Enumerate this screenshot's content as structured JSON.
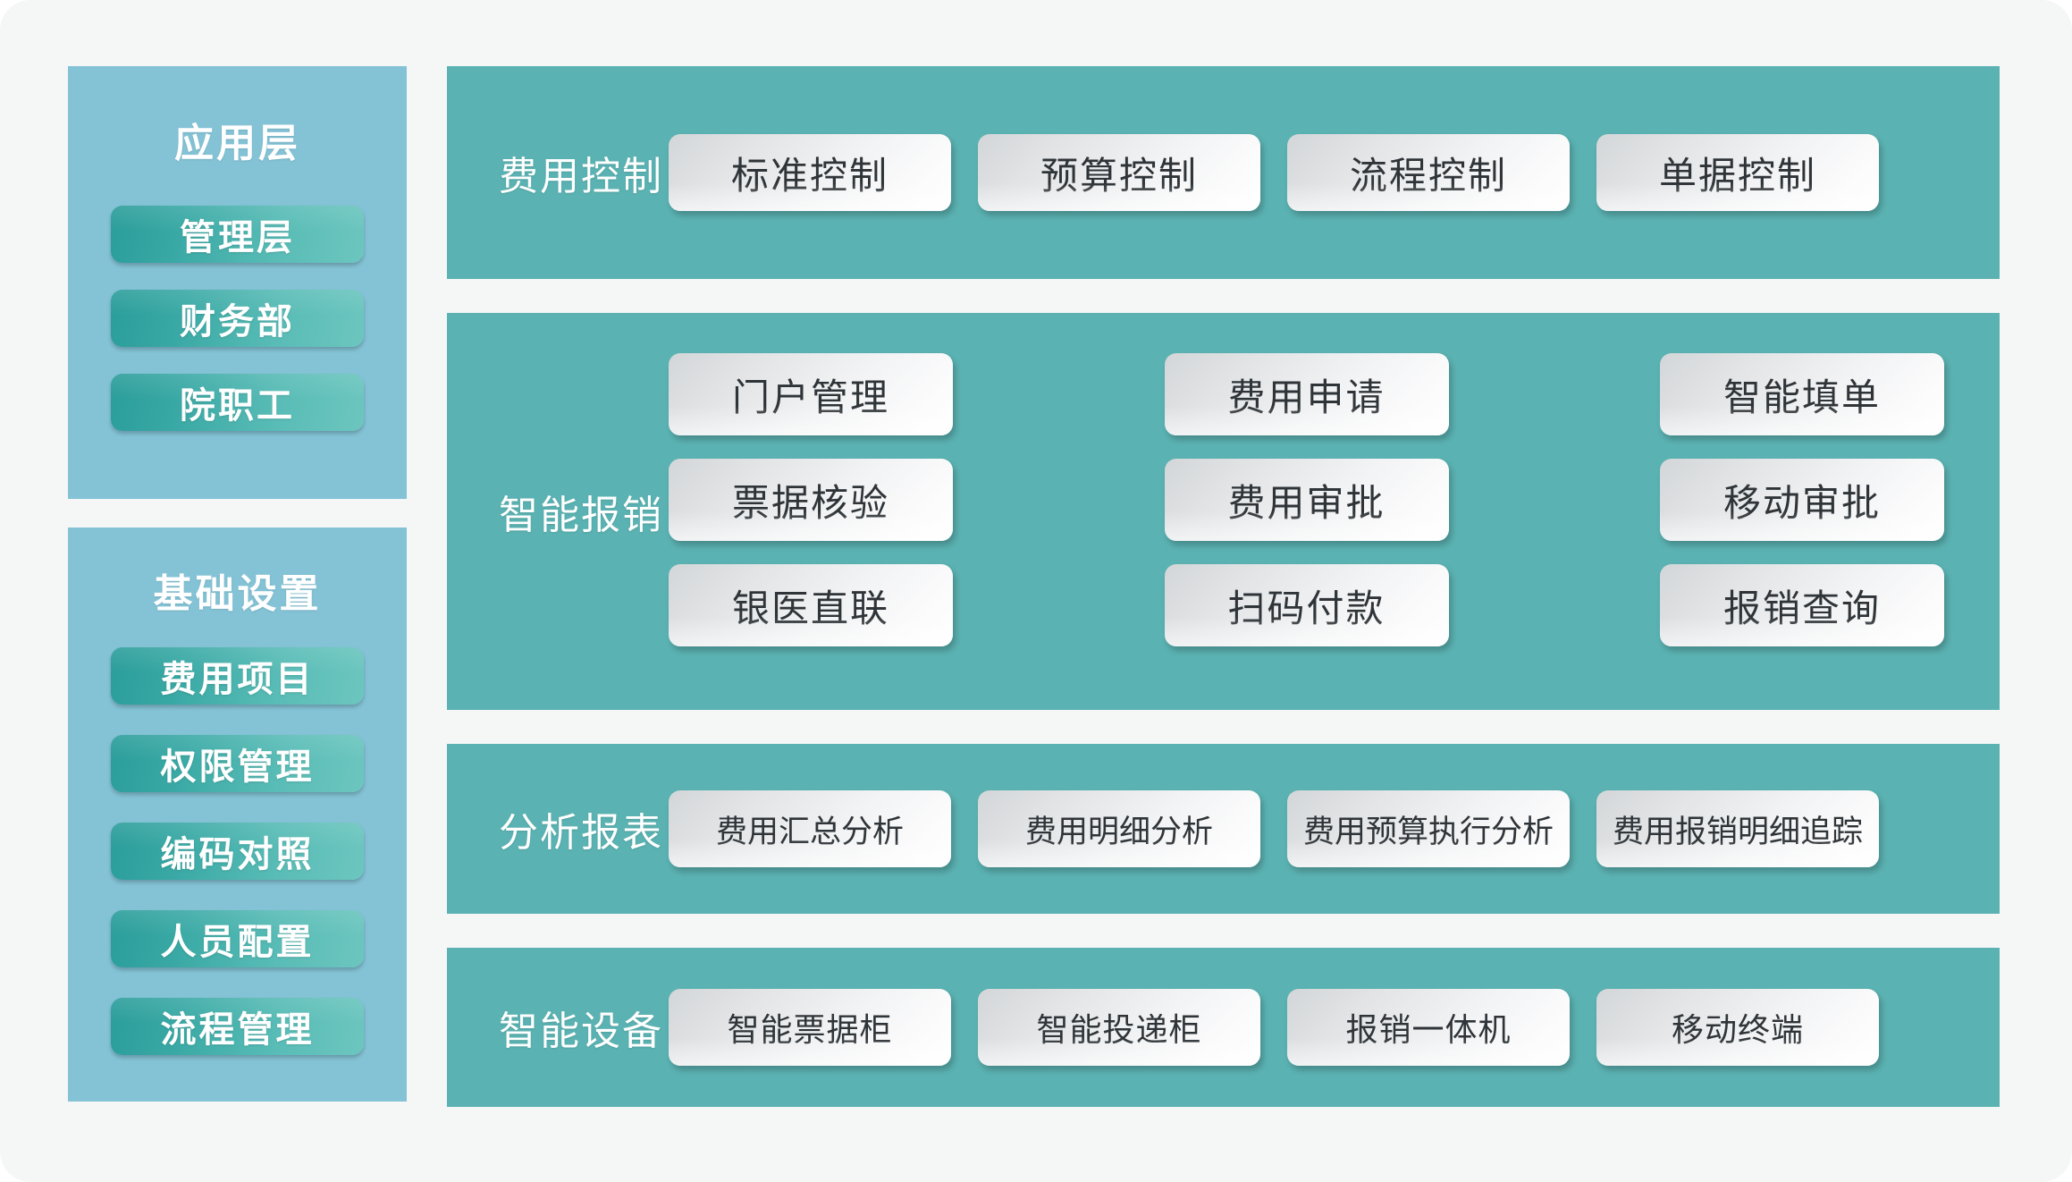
{
  "colors": {
    "page_background": "#F5F6F6",
    "sidebar_panel": "#84C3D6",
    "sidebar_button_dark": "#2A9D9A",
    "sidebar_button_light": "#6CC6BF",
    "main_panel": "#5BB2B2",
    "card_text": "#2F3438",
    "label_text": "#FFFFFF"
  },
  "sidebar": {
    "panels": [
      {
        "title": "应用层",
        "items": [
          {
            "label": "管理层"
          },
          {
            "label": "财务部"
          },
          {
            "label": "院职工"
          }
        ]
      },
      {
        "title": "基础设置",
        "items": [
          {
            "label": "费用项目"
          },
          {
            "label": "权限管理"
          },
          {
            "label": "编码对照"
          },
          {
            "label": "人员配置"
          },
          {
            "label": "流程管理"
          }
        ]
      }
    ]
  },
  "main": {
    "rows": [
      {
        "label": "费用控制",
        "layout": "single-line",
        "cards": [
          {
            "label": "标准控制"
          },
          {
            "label": "预算控制"
          },
          {
            "label": "流程控制"
          },
          {
            "label": "单据控制"
          }
        ]
      },
      {
        "label": "智能报销",
        "layout": "grid-3x3",
        "lines": [
          [
            {
              "label": "门户管理"
            },
            {
              "label": "费用申请"
            },
            {
              "label": "智能填单"
            }
          ],
          [
            {
              "label": "票据核验"
            },
            {
              "label": "费用审批"
            },
            {
              "label": "移动审批"
            }
          ],
          [
            {
              "label": "银医直联"
            },
            {
              "label": "扫码付款"
            },
            {
              "label": "报销查询"
            }
          ]
        ]
      },
      {
        "label": "分析报表",
        "layout": "single-line",
        "cards": [
          {
            "label": "费用汇总分析"
          },
          {
            "label": "费用明细分析"
          },
          {
            "label": "费用预算执行分析"
          },
          {
            "label": "费用报销明细追踪"
          }
        ]
      },
      {
        "label": "智能设备",
        "layout": "single-line",
        "cards": [
          {
            "label": "智能票据柜"
          },
          {
            "label": "智能投递柜"
          },
          {
            "label": "报销一体机"
          },
          {
            "label": "移动终端"
          }
        ]
      }
    ]
  }
}
